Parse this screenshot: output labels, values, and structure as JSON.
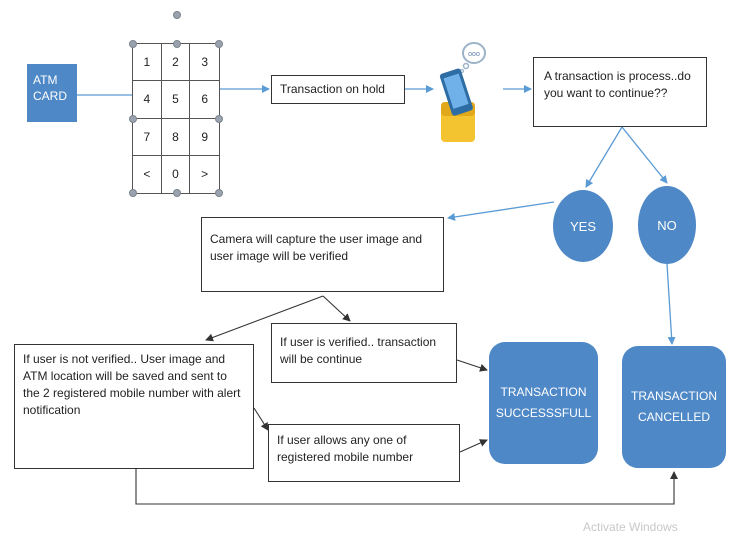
{
  "atm_card": {
    "line1": "ATM",
    "line2": "CARD"
  },
  "keypad": {
    "keys": [
      "1",
      "2",
      "3",
      "4",
      "5",
      "6",
      "7",
      "8",
      "9",
      "<",
      "0",
      ">"
    ]
  },
  "transaction_on_hold": "Transaction on hold",
  "continue_prompt": "A transaction is process..do you want to continue??",
  "yes_label": "YES",
  "no_label": "NO",
  "camera_text": "Camera will capture the user image and user image will be verified",
  "verified_text": "If user is verified.. transaction will be continue",
  "not_verified_text": "If user is not verified..  User image and ATM location will be saved and sent to the 2 registered mobile number with alert notification",
  "allows_text": "If user allows any one of registered mobile number",
  "success": {
    "line1": "TRANSACTION",
    "line2": "SUCCESSSFULL"
  },
  "cancelled": {
    "line1": "TRANSACTION",
    "line2": "CANCELLED"
  },
  "icons": {
    "phone": "smartphone-message-icon"
  },
  "watermark": "Activate Windows",
  "colors": {
    "accent": "#4f88c6",
    "connector_blue": "#5b9bd5",
    "connector_dark": "#333333"
  }
}
